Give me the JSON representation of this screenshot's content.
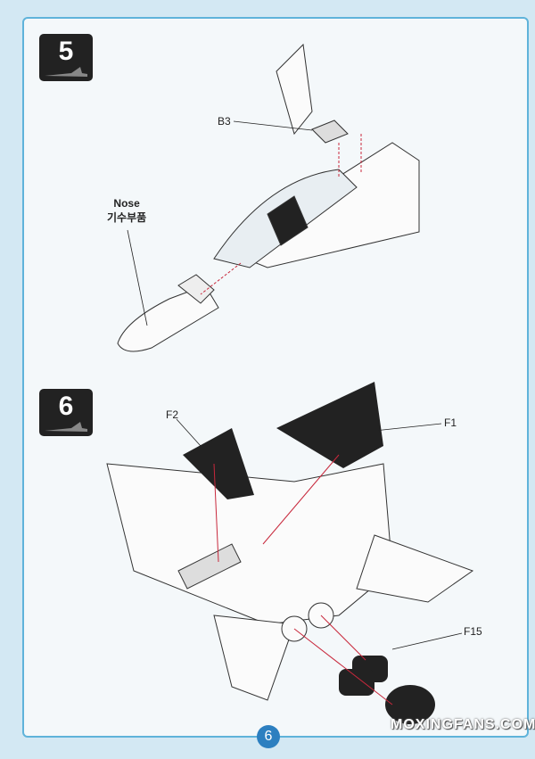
{
  "steps": [
    {
      "number": "5",
      "labels": {
        "part_b3": "B3",
        "nose_en": "Nose",
        "nose_ko": "기수부품"
      }
    },
    {
      "number": "6",
      "labels": {
        "part_f2": "F2",
        "part_f1": "F1",
        "part_f15": "F15"
      }
    }
  ],
  "page_number": "6",
  "watermark": "MOXINGFANS.COM",
  "colors": {
    "accent": "#2c7fc0",
    "arrow": "#c8283c",
    "part_fill": "#222222"
  }
}
